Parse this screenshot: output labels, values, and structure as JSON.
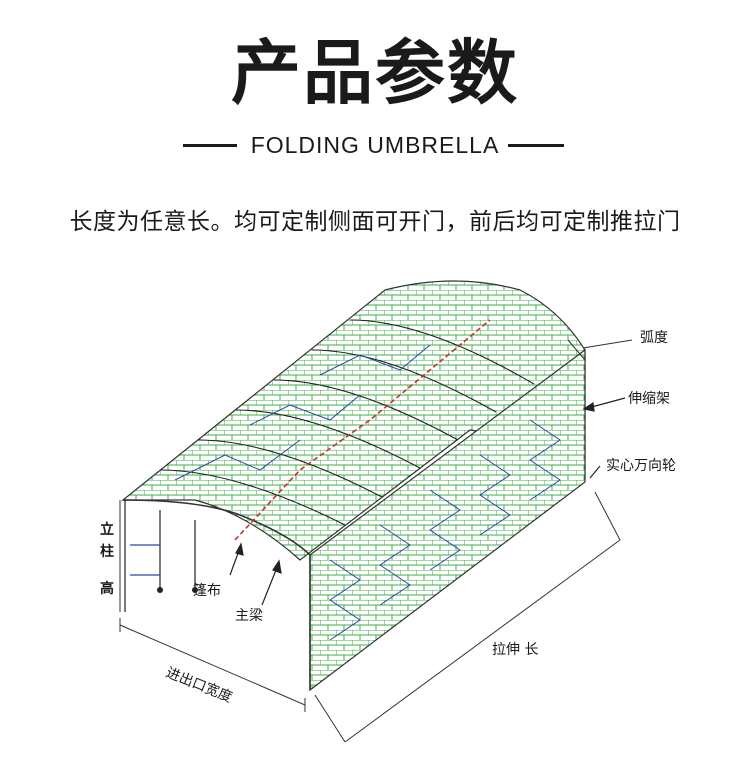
{
  "header": {
    "title": "产品参数",
    "subtitle": "FOLDING UMBRELLA",
    "description": "长度为任意长。均可定制侧面可开门，前后均可定制推拉门"
  },
  "labels": {
    "arc": "弧度",
    "telescopic_frame": "伸缩架",
    "wheel": "实心万向轮",
    "column_1": "立",
    "column_2": "柱",
    "height": "高",
    "canopy": "篷布",
    "main_beam": "主梁",
    "entrance_width": "进出口宽度",
    "extension_length": "拉伸 长"
  },
  "colors": {
    "canopy_green": "#3fae49",
    "frame_blue": "#2d45a8",
    "beam_red": "#c8302c",
    "line": "#333333"
  }
}
